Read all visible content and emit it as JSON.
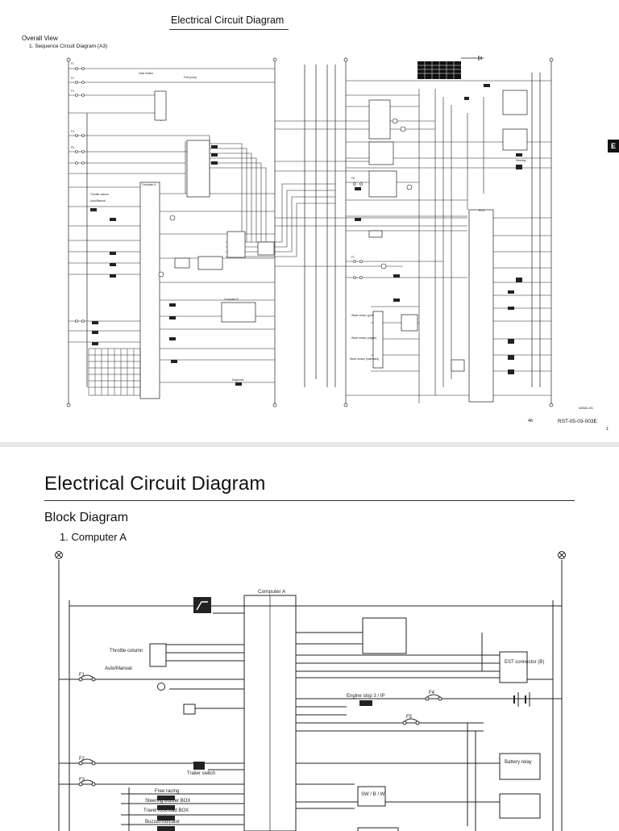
{
  "top_page": {
    "title": "Electrical Circuit Diagram",
    "overview": "Overall View",
    "sub": "1. Sequence Circuit Diagram (A3)",
    "tab_letter": "E",
    "page_number": "46",
    "doc_code": "RST-05-03-003E",
    "corner_mark": "1",
    "figure_id": "6X0M0-J01",
    "labels": {
      "gear_switch": "Gear Switch",
      "fuel_pump": "Fuel pump",
      "computer_a": "Computer A",
      "computer_b": "Computer B",
      "throttle_column": "Throttle column",
      "auto_manual": "Auto/Manual",
      "wave_sensor_port": "Wave sensor (port)",
      "wave_sensor_center": "Wave sensor (center)",
      "wave_sensor_stbd": "Wave sensor (starboard)",
      "diagnosis": "Diagnosis",
      "ecu": "ECU",
      "steering": "Steering",
      "fuses": [
        "F1",
        "F2",
        "F3",
        "F4",
        "F5",
        "F6",
        "F7"
      ]
    }
  },
  "bottom_page": {
    "title": "Electrical Circuit Diagram",
    "section": "Block Diagram",
    "item": "1. Computer A",
    "labels": {
      "computer_a": "Computer A",
      "throttle_column": "Throttle column",
      "auto_manual": "Auto/Manual",
      "est_connector": "EST connector (B)",
      "engine_stop": "Engine stop 3 / IP",
      "f1": "F1",
      "f2": "F2",
      "f3": "F3",
      "f4": "F4",
      "f5": "F5",
      "trailer_switch": "Trailer switch",
      "free_racing": "Free racing",
      "steering_buzzer_box": "Steering buzzer BOX",
      "travel_lock_box": "Travel lock/load BOX",
      "buzzer_indicator": "Buzzer/indicator",
      "battery_relay": "Battery relay",
      "switch_sw": "SW / B / W"
    }
  }
}
